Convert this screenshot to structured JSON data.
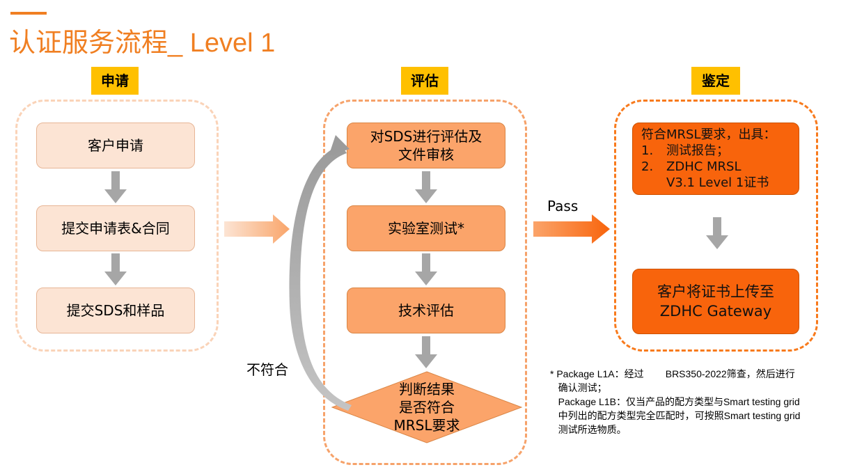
{
  "title": "认证服务流程_ Level 1",
  "stages": {
    "apply": {
      "label": "申请",
      "steps": [
        "客户申请",
        "提交申请表&合同",
        "提交SDS和样品"
      ]
    },
    "evaluate": {
      "label": "评估",
      "steps": [
        "对SDS进行评估及\n文件审核",
        "实验室测试*",
        "技术评估"
      ],
      "decision": [
        "判断结果",
        "是否符合",
        "MRSL要求"
      ],
      "fail_label": "不符合"
    },
    "certify": {
      "label": "鉴定",
      "result_box": {
        "heading": "符合MRSL要求，出具：",
        "items": [
          {
            "num": "1.",
            "text": "测试报告；"
          },
          {
            "num": "2.",
            "text": "ZDHC MRSL"
          },
          {
            "num": "",
            "text": "V3.1 Level 1证书"
          }
        ]
      },
      "upload_box": "客户将证书上传至\nZDHC Gateway"
    }
  },
  "pass_label": "Pass",
  "footnote": [
    "* Package L1A：经过        BRS350-2022筛查，然后进行",
    "   确认测试；",
    "   Package L1B：仅当产品的配方类型与Smart testing grid",
    "   中列出的配方类型完全匹配时，可按照Smart testing grid",
    "   测试所选物质。"
  ],
  "colors": {
    "accent": "#f07f22",
    "stage_label_bg": "#ffc000",
    "light_box": "#fce4d4",
    "mid_box": "#fba46a",
    "dark_box": "#f8640c",
    "gray_arrow": "#a6a6a6"
  }
}
